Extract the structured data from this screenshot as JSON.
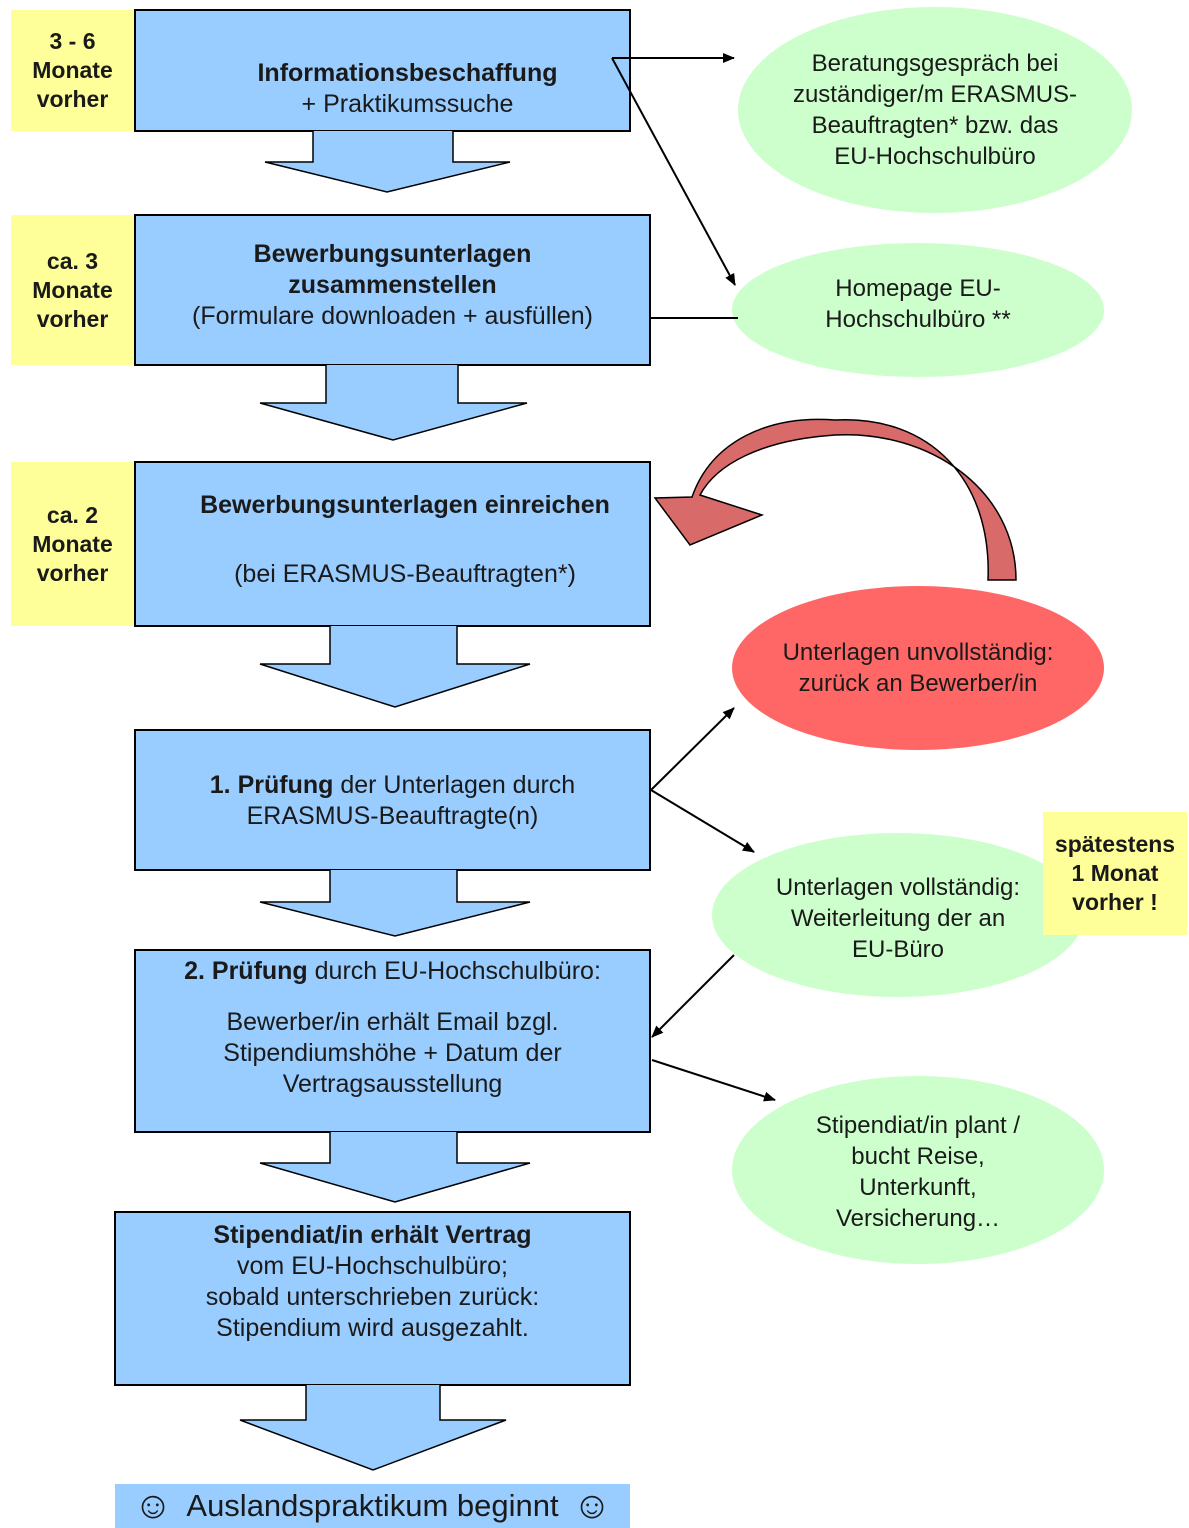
{
  "timings": [
    {
      "lines": [
        "3 - 6",
        "Monate",
        "vorher"
      ]
    },
    {
      "lines": [
        "ca. 3",
        "Monate",
        "vorher"
      ]
    },
    {
      "lines": [
        "ca. 2",
        "Monate",
        "vorher"
      ]
    }
  ],
  "steps": {
    "s1": {
      "title": "Informationsbeschaffung",
      "sub": "+ Praktikumssuche"
    },
    "s2": {
      "title1": "Bewerbungsunterlagen",
      "title2": "zusammenstellen",
      "sub": "(Formulare downloaden + ausfüllen)"
    },
    "s3": {
      "title": "Bewerbungsunterlagen einreichen",
      "sub": "(bei ERASMUS-Beauftragten*)"
    },
    "s4": {
      "bold": "1. Prüfung",
      "rest": " der Unterlagen durch",
      "line2": "ERASMUS-Beauftragte(n)"
    },
    "s5": {
      "bold": "2. Prüfung",
      "rest": " durch EU-Hochschulbüro:",
      "lines": [
        "Bewerber/in erhält Email bzgl.",
        "Stipendiumshöhe + Datum der",
        "Vertragsausstellung"
      ]
    },
    "s6": {
      "title": "Stipendiat/in erhält Vertrag",
      "lines": [
        "vom EU-Hochschulbüro;",
        "sobald unterschrieben zurück:",
        "Stipendium wird ausgezahlt."
      ]
    }
  },
  "ovals": {
    "beratung": {
      "lines": [
        "Beratungsgespräch bei",
        "zuständiger/m ERASMUS-",
        "Beauftragten* bzw. das",
        "EU-Hochschulbüro"
      ]
    },
    "homepage": {
      "lines": [
        "Homepage EU-",
        "Hochschulbüro **"
      ]
    },
    "unvollstaendig": {
      "lines": [
        "Unterlagen unvollständig:",
        "zurück an Bewerber/in"
      ]
    },
    "vollstaendig": {
      "lines": [
        "Unterlagen vollständig:",
        "Weiterleitung der an",
        "EU-Büro"
      ]
    },
    "reise": {
      "lines": [
        "Stipendiat/in plant /",
        "bucht Reise,",
        "Unterkunft,",
        "Versicherung…"
      ]
    }
  },
  "deadline_note": {
    "lines": [
      "spätestens",
      "1 Monat",
      "vorher !"
    ]
  },
  "final": {
    "text": "Auslandspraktikum beginnt",
    "icon": "smiley-face-icon"
  },
  "colors": {
    "box_fill": "#99ccff",
    "timing_fill": "#ffff99",
    "oval_green": "#ccffcc",
    "oval_red": "#ff6666",
    "return_arrow": "#d96a6a"
  }
}
